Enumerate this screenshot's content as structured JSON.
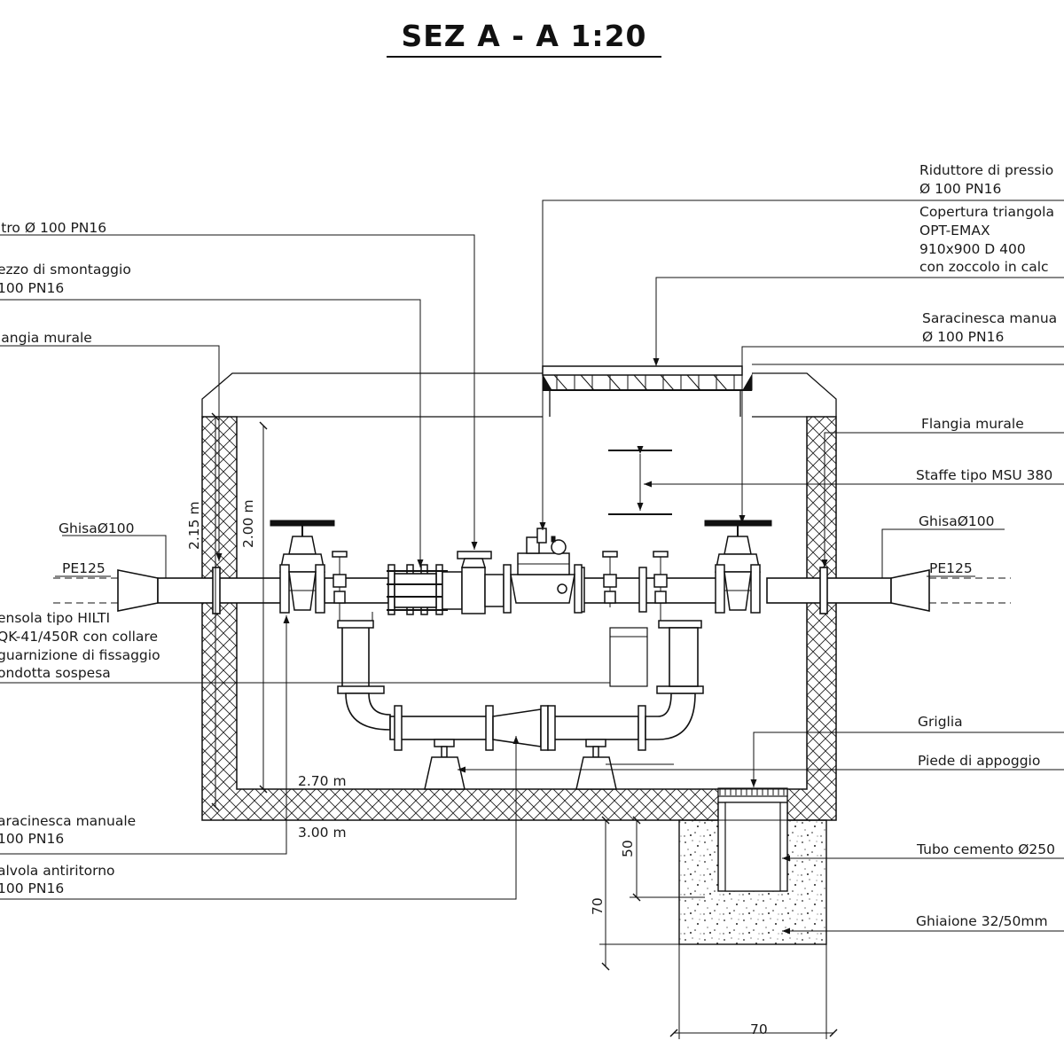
{
  "title": "SEZ  A - A  1:20",
  "left_labels": [
    {
      "line1": "ltro Ø 100 PN16"
    },
    {
      "line1": "ezzo di smontaggio",
      "line2": " 100 PN16"
    },
    {
      "line1": "langia murale"
    },
    {
      "line1": "ensola tipo HILTI",
      "line2": "QK-41/450R con collare",
      "line3": "guarnizione di fissaggio",
      "line4": "ondotta sospesa"
    },
    {
      "line1": "aracinesca manuale",
      "line2": " 100 PN16"
    },
    {
      "line1": "alvola antiritorno",
      "line2": " 100 PN16"
    }
  ],
  "right_labels": [
    {
      "line1": "Riduttore di pressio",
      "line2": "Ø 100 PN16"
    },
    {
      "line1": "Copertura triangola",
      "line2": "OPT-EMAX",
      "line3": "910x900 D 400",
      "line4": "con zoccolo in calc"
    },
    {
      "line1": "Saracinesca manua",
      "line2": "Ø 100 PN16"
    },
    {
      "line1": "Flangia murale"
    },
    {
      "line1": "Staffe tipo MSU 380"
    },
    {
      "line1": "Griglia"
    },
    {
      "line1": "Piede di appoggio"
    },
    {
      "line1": "Tubo cemento Ø250"
    },
    {
      "line1": "Ghiaione 32/50mm"
    }
  ],
  "pipe_labels": {
    "ghisa_left": "GhisaØ100",
    "pe_left": "PE125",
    "ghisa_right": "GhisaØ100",
    "pe_right": "PE125"
  },
  "dimensions": {
    "h_inner": "2.00 m",
    "h_outer": "2.15 m",
    "w_inner": "2.70 m",
    "w_outer": "3.00 m",
    "drain_depth_inner": "50",
    "drain_depth_outer": "70",
    "drain_width": "70"
  }
}
